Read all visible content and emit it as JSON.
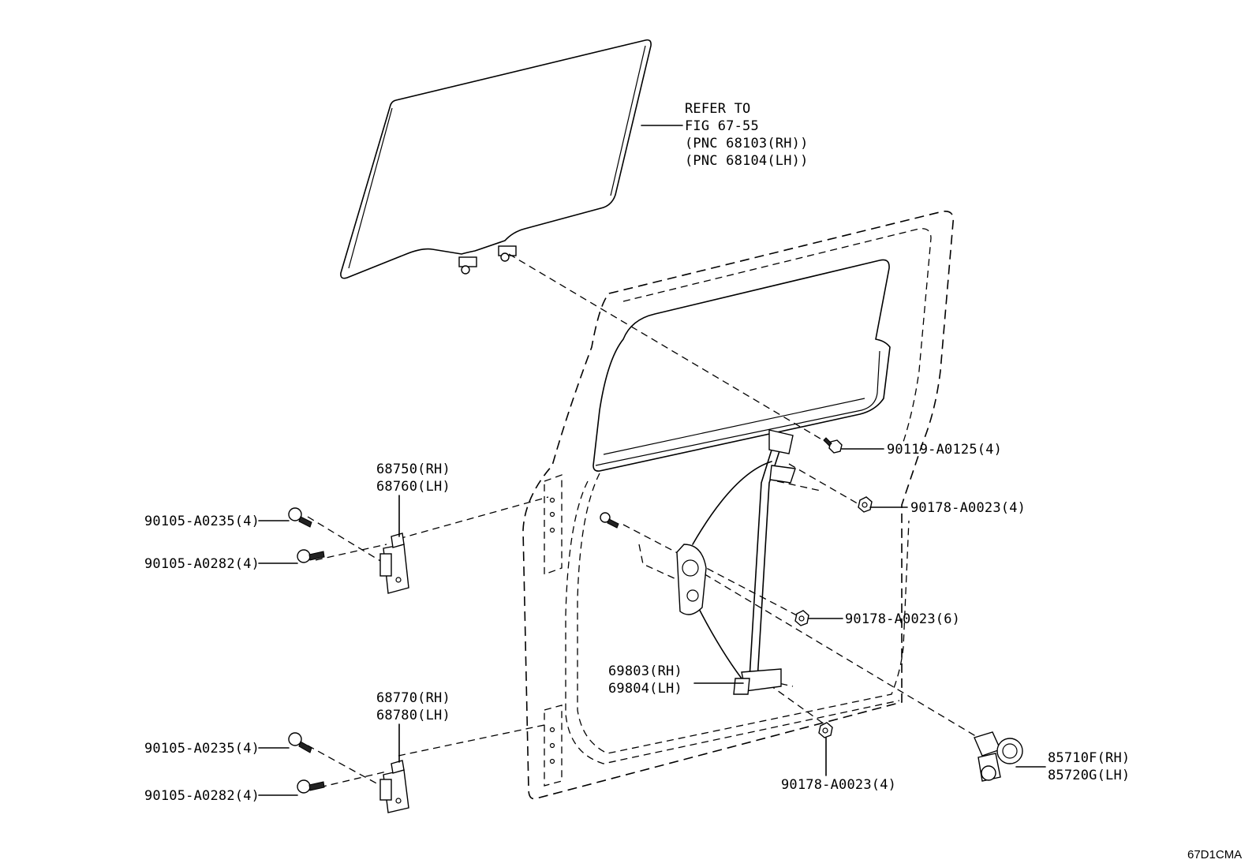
{
  "diagram": {
    "labels": {
      "glass_ref_line1": "REFER TO",
      "glass_ref_line2": "FIG 67-55",
      "glass_ref_line3": "(PNC 68103(RH))",
      "glass_ref_line4": "(PNC 68104(LH))",
      "bolt_90119": "90119-A0125(4)",
      "nut_90178_upper": "90178-A0023(4)",
      "nut_90178_middle": "90178-A0023(6)",
      "nut_90178_lower": "90178-A0023(4)",
      "upper_hinge_rh": "68750(RH)",
      "upper_hinge_lh": "68760(LH)",
      "upper_bolt_a": "90105-A0235(4)",
      "upper_bolt_b": "90105-A0282(4)",
      "lower_hinge_rh": "68770(RH)",
      "lower_hinge_lh": "68780(LH)",
      "lower_bolt_a": "90105-A0235(4)",
      "lower_bolt_b": "90105-A0282(4)",
      "regulator_rh": "69803(RH)",
      "regulator_lh": "69804(LH)",
      "motor_rh": "85710F(RH)",
      "motor_lh": "85720G(LH)",
      "figure_code": "67D1CMA"
    }
  }
}
